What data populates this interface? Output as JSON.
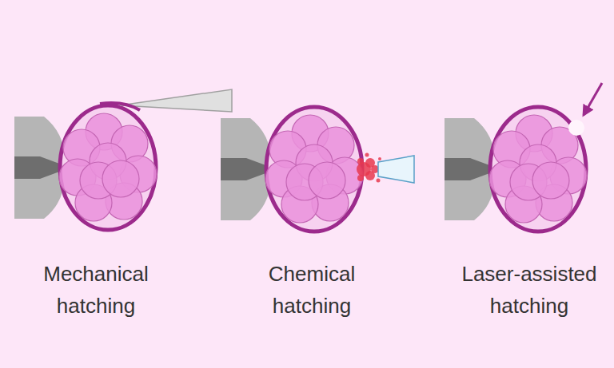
{
  "diagram": {
    "labels": [
      "Mechanical hatching",
      "Chemical hatching",
      "Laser-assisted hatching"
    ]
  }
}
